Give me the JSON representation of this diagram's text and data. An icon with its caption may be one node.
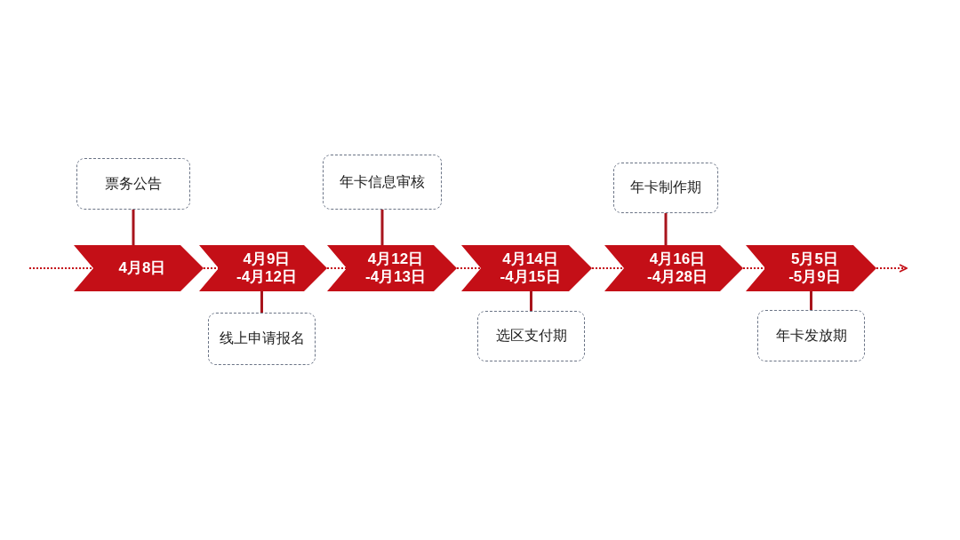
{
  "diagram": {
    "nodes": [
      {
        "text": [
          "4月8日"
        ]
      },
      {
        "text": [
          "4月9日 -4月12日"
        ]
      },
      {
        "text": [
          "4月12日 -4月13日"
        ]
      },
      {
        "text": [
          "4月14日 -4月15日"
        ]
      },
      {
        "text": [
          "4月16日 -4月28日"
        ]
      },
      {
        "text": [
          "5月5日 -5月9日"
        ]
      },
      {
        "text": [
          "票务公告"
        ]
      },
      {
        "text": [
          "年卡信息审核"
        ]
      },
      {
        "text": [
          "年卡制作期"
        ]
      },
      {
        "text": [
          "线上申请报名"
        ]
      },
      {
        "text": [
          "选区支付期"
        ]
      },
      {
        "text": [
          "年卡发放期"
        ]
      }
    ],
    "edges": [
      {
        "from": null,
        "to": 0,
        "arrow": "none",
        "style": "dashed"
      },
      {
        "from": 0,
        "to": 1,
        "arrow": "none",
        "style": "dashed"
      },
      {
        "from": 1,
        "to": 2,
        "arrow": "none",
        "style": "dashed"
      },
      {
        "from": 2,
        "to": 3,
        "arrow": "none",
        "style": "dashed"
      },
      {
        "from": 3,
        "to": 4,
        "arrow": "none",
        "style": "dashed"
      },
      {
        "from": 4,
        "to": 5,
        "arrow": "none",
        "style": "dashed"
      },
      {
        "from": 5,
        "to": null,
        "arrow": "to",
        "style": "dashed"
      },
      {
        "from": 6,
        "to": 0,
        "arrow": "none",
        "color": "#a8141c"
      },
      {
        "from": 7,
        "to": 2,
        "arrow": "none",
        "color": "#a8141c"
      },
      {
        "from": 8,
        "to": 4,
        "arrow": "none",
        "color": "#a8141c"
      },
      {
        "from": 9,
        "to": 1,
        "arrow": "none",
        "color": "#a8141c"
      },
      {
        "from": 10,
        "to": 3,
        "arrow": "none",
        "color": "#a8141c"
      },
      {
        "from": 11,
        "to": 5,
        "arrow": "none",
        "color": "#a8141c"
      }
    ]
  }
}
